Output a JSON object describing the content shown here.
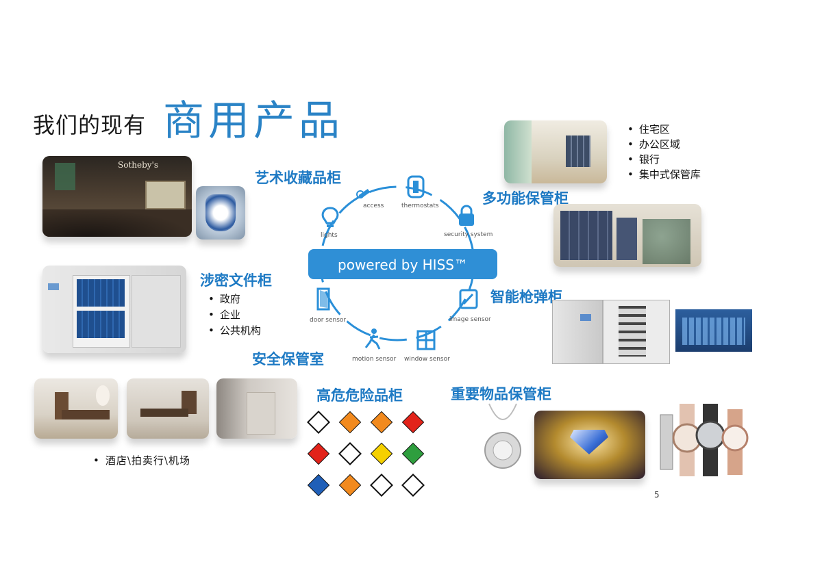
{
  "title": {
    "prefix": "我们的现有",
    "emphasis": "商用产品"
  },
  "hub": {
    "banner": "powered by HISS™",
    "nodes": [
      "access",
      "thermostats",
      "security system",
      "image sensor",
      "window sensor",
      "motion sensor",
      "door sensor",
      "lights"
    ]
  },
  "categories": {
    "art": "艺术收藏品柜",
    "classified": "涉密文件柜",
    "secure_room": "安全保管室",
    "hazard": "高危危险品柜",
    "valuables": "重要物品保管柜",
    "gun": "智能枪弹柜",
    "multi": "多功能保管柜"
  },
  "classified_bullets": [
    "政府",
    "企业",
    "公共机构"
  ],
  "multi_bullets": [
    "住宅区",
    "办公区域",
    "银行",
    "集中式保管库"
  ],
  "hotel_bullet": "酒店\\拍卖行\\机场",
  "auction_sign": "Sotheby's",
  "page_number": "5",
  "colors": {
    "accent": "#1e7ac4",
    "hub_ring": "#2a8fd8"
  }
}
